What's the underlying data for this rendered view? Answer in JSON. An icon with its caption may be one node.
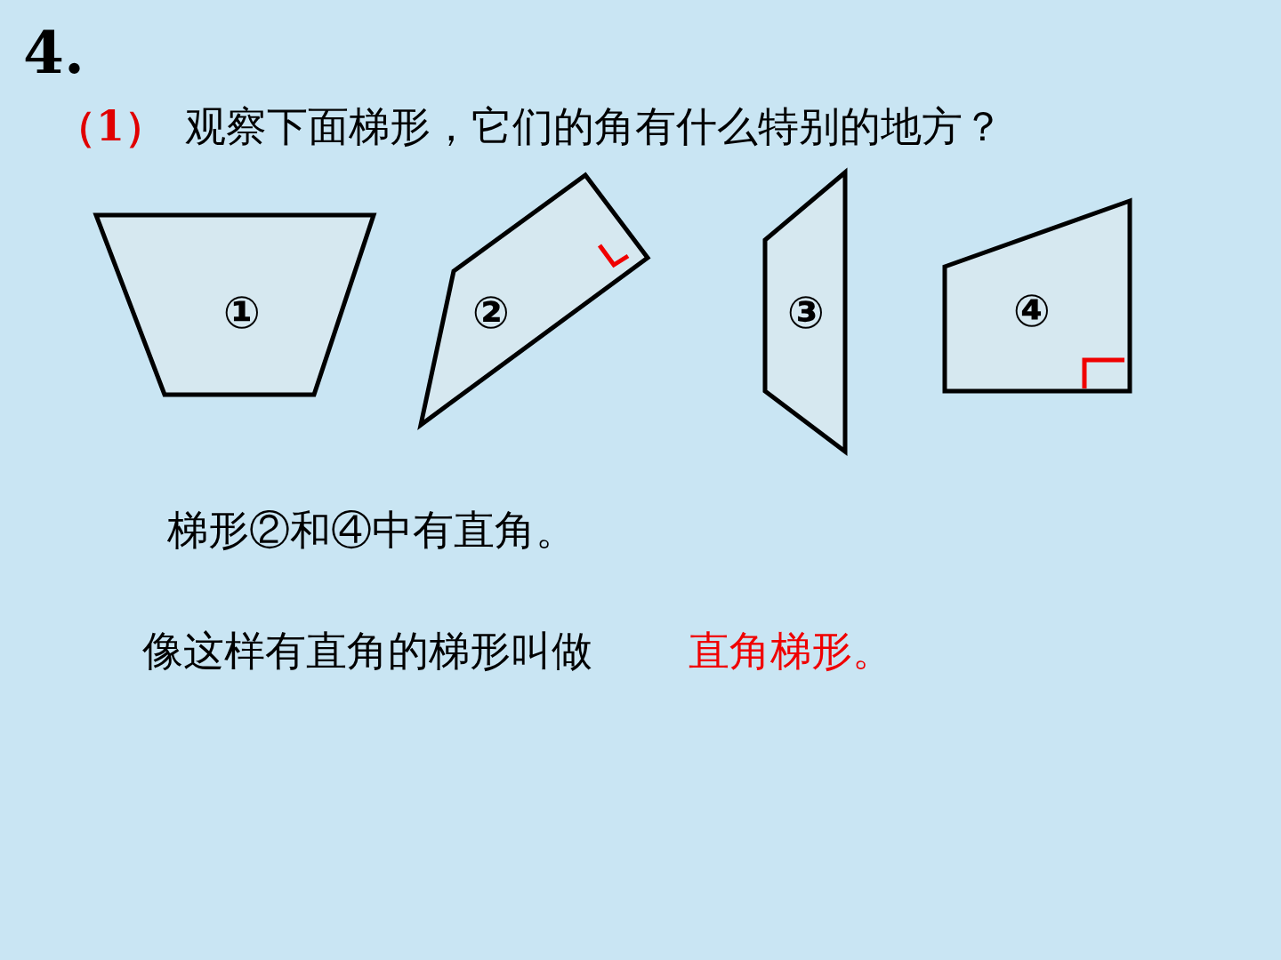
{
  "diagram": {
    "title": "4.",
    "nodes": [
      {
        "text": [
          "①"
        ]
      },
      {
        "text": [
          "②"
        ]
      },
      {
        "text": [
          "③"
        ]
      },
      {
        "text": [
          "④"
        ]
      }
    ],
    "labels": [
      "（1）",
      "观察下面梯形，它们的角有什么特别的地方？",
      "梯形②和④中有直角。",
      "像这样有直角的梯形叫做",
      "直角梯形。"
    ]
  }
}
